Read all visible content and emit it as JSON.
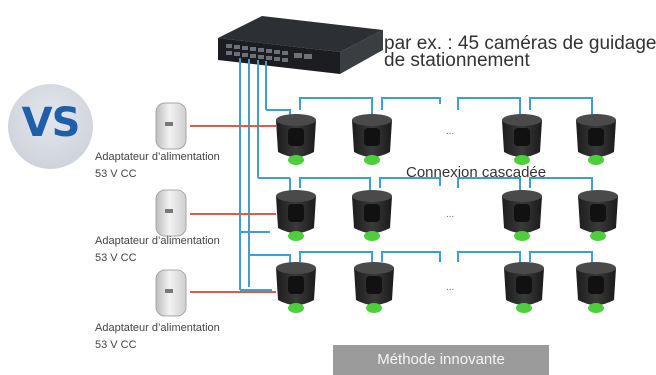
{
  "badge": {
    "text": "VS"
  },
  "caption": {
    "line1": "par ex. : 45 caméras de guidage",
    "line2": "de stationnement"
  },
  "cascade_label": "Connexion cascadée",
  "adapters": [
    {
      "name": "Adaptateur d’alimentation",
      "voltage": "53 V CC"
    },
    {
      "name": "Adaptateur d’alimentation",
      "voltage": "53 V CC"
    },
    {
      "name": "Adaptateur d’alimentation",
      "voltage": "53 V CC"
    }
  ],
  "ellipsis": "...",
  "footer_label": "Méthode innovante",
  "colors": {
    "cable": "#3e9ed6",
    "power_cable": "#e05a4e",
    "led": "#4ccf3a",
    "badge_text": "#1f5ea8",
    "camera_body": "#2b2b2b"
  }
}
